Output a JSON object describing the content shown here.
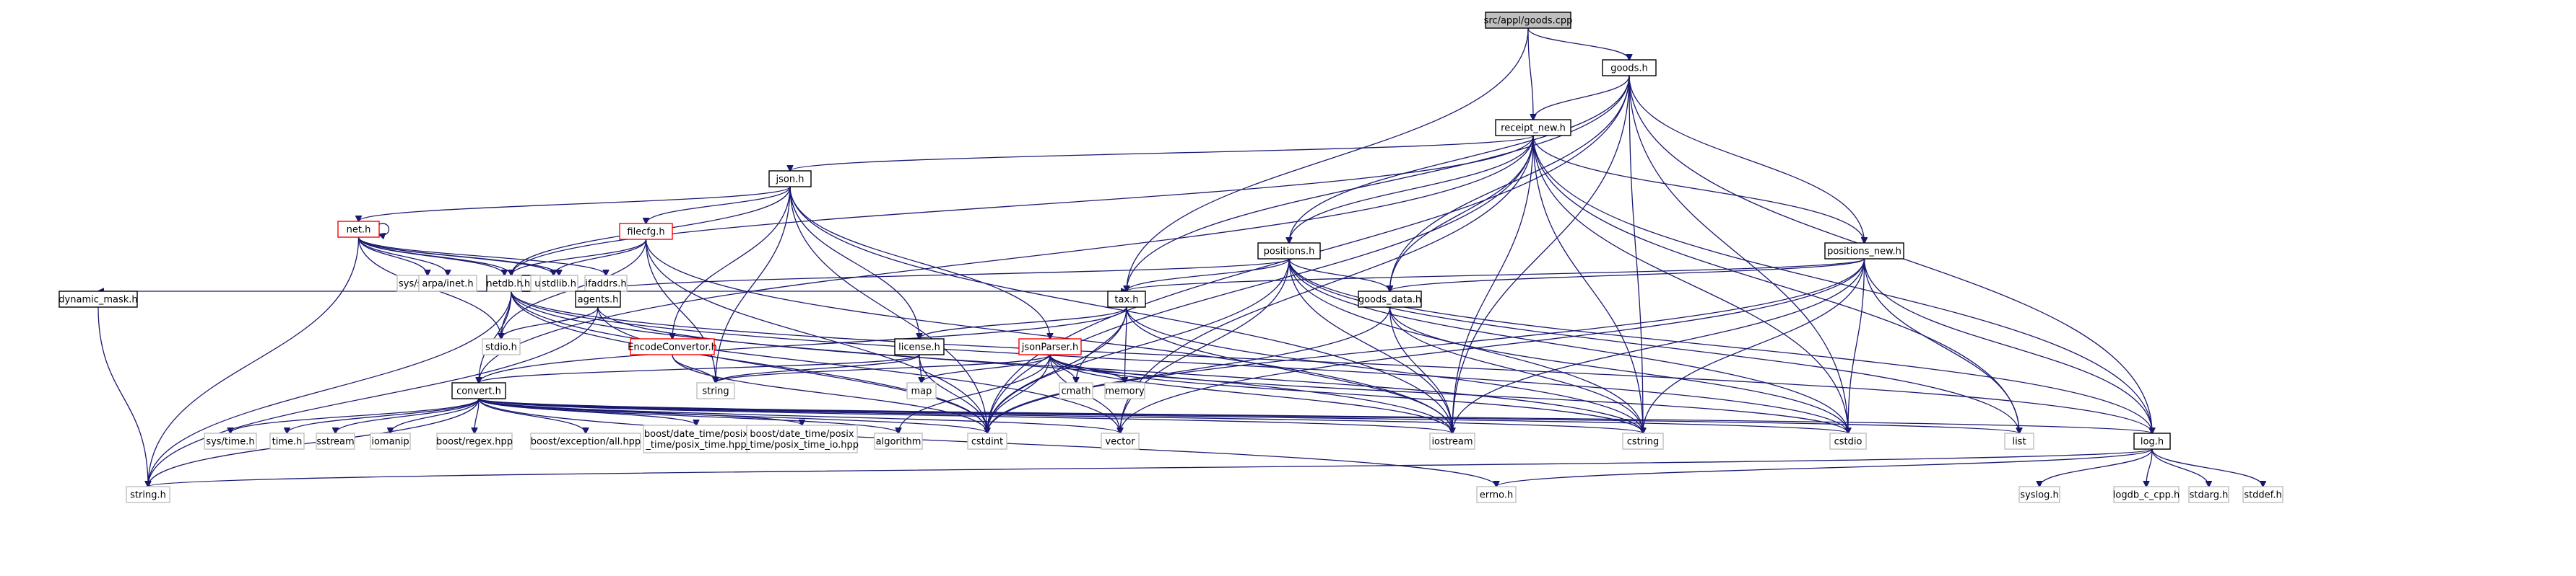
{
  "title": "src/appl/goods.cpp",
  "colors": {
    "edge": "#191970",
    "root_fill": "#bfbfbf",
    "boxed_stroke": "#000000",
    "linked_stroke": "#ff0000",
    "leaf_stroke": "#bfbfbf"
  },
  "nodes": [
    {
      "id": "root",
      "label": "src/appl/goods.cpp",
      "style": "root"
    },
    {
      "id": "goods_h",
      "label": "goods.h",
      "style": "boxed"
    },
    {
      "id": "receipt_new_h",
      "label": "receipt_new.h",
      "style": "boxed"
    },
    {
      "id": "json_h",
      "label": "json.h",
      "style": "boxed"
    },
    {
      "id": "net_h",
      "label": "net.h",
      "style": "red"
    },
    {
      "id": "filecfg_h",
      "label": "filecfg.h",
      "style": "red"
    },
    {
      "id": "config_h",
      "label": "config.h",
      "style": "boxed"
    },
    {
      "id": "unistd_h",
      "label": "unistd.h",
      "style": "plain"
    },
    {
      "id": "sys_socket_h",
      "label": "sys/socket.h",
      "style": "plain"
    },
    {
      "id": "netdb_h",
      "label": "netdb.h",
      "style": "plain"
    },
    {
      "id": "stdlib_h",
      "label": "stdlib.h",
      "style": "plain"
    },
    {
      "id": "ifaddrs_h",
      "label": "ifaddrs.h",
      "style": "plain"
    },
    {
      "id": "arpa_inet_h",
      "label": "arpa/inet.h",
      "style": "plain"
    },
    {
      "id": "dynamic_mask_h",
      "label": "dynamic_mask.h",
      "style": "boxed"
    },
    {
      "id": "agents_h",
      "label": "agents.h",
      "style": "boxed"
    },
    {
      "id": "stdio_h",
      "label": "stdio.h",
      "style": "plain"
    },
    {
      "id": "encodeconvertor_h",
      "label": "EncodeConvertor.h",
      "style": "red"
    },
    {
      "id": "license_h",
      "label": "license.h",
      "style": "boxed"
    },
    {
      "id": "jsonparser_h",
      "label": "jsonParser.h",
      "style": "red"
    },
    {
      "id": "tax_h",
      "label": "tax.h",
      "style": "boxed"
    },
    {
      "id": "positions_h",
      "label": "positions.h",
      "style": "boxed"
    },
    {
      "id": "positions_new_h",
      "label": "positions_new.h",
      "style": "boxed"
    },
    {
      "id": "goods_data_h",
      "label": "goods_data.h",
      "style": "boxed"
    },
    {
      "id": "convert_h",
      "label": "convert.h",
      "style": "boxed"
    },
    {
      "id": "string",
      "label": "string",
      "style": "plain"
    },
    {
      "id": "map",
      "label": "map",
      "style": "plain"
    },
    {
      "id": "cmath",
      "label": "cmath",
      "style": "plain"
    },
    {
      "id": "memory",
      "label": "memory",
      "style": "plain"
    },
    {
      "id": "sys_time_h",
      "label": "sys/time.h",
      "style": "plain"
    },
    {
      "id": "time_h",
      "label": "time.h",
      "style": "plain"
    },
    {
      "id": "sstream",
      "label": "sstream",
      "style": "plain"
    },
    {
      "id": "iomanip",
      "label": "iomanip",
      "style": "plain"
    },
    {
      "id": "boost_regex",
      "label": "boost/regex.hpp",
      "style": "plain"
    },
    {
      "id": "boost_exception",
      "label": "boost/exception/all.hpp",
      "style": "plain"
    },
    {
      "id": "boost_posix_time",
      "label": [
        "boost/date_time/posix",
        "_time/posix_time.hpp"
      ],
      "style": "plain"
    },
    {
      "id": "boost_posix_time_io",
      "label": [
        "boost/date_time/posix",
        "_time/posix_time_io.hpp"
      ],
      "style": "plain"
    },
    {
      "id": "algorithm",
      "label": "algorithm",
      "style": "plain"
    },
    {
      "id": "cstdint",
      "label": "cstdint",
      "style": "plain"
    },
    {
      "id": "vector",
      "label": "vector",
      "style": "plain"
    },
    {
      "id": "iostream",
      "label": "iostream",
      "style": "plain"
    },
    {
      "id": "cstring",
      "label": "cstring",
      "style": "plain"
    },
    {
      "id": "cstdio",
      "label": "cstdio",
      "style": "plain"
    },
    {
      "id": "list",
      "label": "list",
      "style": "plain"
    },
    {
      "id": "log_h",
      "label": "log.h",
      "style": "boxed"
    },
    {
      "id": "string_h",
      "label": "string.h",
      "style": "plain"
    },
    {
      "id": "errno_h",
      "label": "errno.h",
      "style": "plain"
    },
    {
      "id": "syslog_h",
      "label": "syslog.h",
      "style": "plain"
    },
    {
      "id": "logdb_c_cpp_h",
      "label": "logdb_c_cpp.h",
      "style": "plain"
    },
    {
      "id": "stdarg_h",
      "label": "stdarg.h",
      "style": "plain"
    },
    {
      "id": "stddef_h",
      "label": "stddef.h",
      "style": "plain"
    }
  ],
  "edges": [
    [
      "root",
      "goods_h"
    ],
    [
      "root",
      "receipt_new_h"
    ],
    [
      "root",
      "tax_h"
    ],
    [
      "goods_h",
      "receipt_new_h"
    ],
    [
      "goods_h",
      "positions_h"
    ],
    [
      "goods_h",
      "positions_new_h"
    ],
    [
      "goods_h",
      "goods_data_h"
    ],
    [
      "goods_h",
      "tax_h"
    ],
    [
      "goods_h",
      "log_h"
    ],
    [
      "goods_h",
      "iostream"
    ],
    [
      "goods_h",
      "cstring"
    ],
    [
      "goods_h",
      "cstdio"
    ],
    [
      "goods_h",
      "cstdint"
    ],
    [
      "receipt_new_h",
      "json_h"
    ],
    [
      "receipt_new_h",
      "config_h"
    ],
    [
      "receipt_new_h",
      "positions_h"
    ],
    [
      "receipt_new_h",
      "positions_new_h"
    ],
    [
      "receipt_new_h",
      "goods_data_h"
    ],
    [
      "receipt_new_h",
      "convert_h"
    ],
    [
      "receipt_new_h",
      "log_h"
    ],
    [
      "receipt_new_h",
      "list"
    ],
    [
      "receipt_new_h",
      "iostream"
    ],
    [
      "receipt_new_h",
      "cstring"
    ],
    [
      "receipt_new_h",
      "cstdio"
    ],
    [
      "receipt_new_h",
      "vector"
    ],
    [
      "receipt_new_h",
      "cstdint"
    ],
    [
      "json_h",
      "net_h"
    ],
    [
      "json_h",
      "filecfg_h"
    ],
    [
      "json_h",
      "config_h"
    ],
    [
      "json_h",
      "encodeconvertor_h"
    ],
    [
      "json_h",
      "license_h"
    ],
    [
      "json_h",
      "jsonparser_h"
    ],
    [
      "json_h",
      "string"
    ],
    [
      "json_h",
      "iostream"
    ],
    [
      "json_h",
      "cstdint"
    ],
    [
      "net_h",
      "net_h"
    ],
    [
      "net_h",
      "config_h"
    ],
    [
      "net_h",
      "unistd_h"
    ],
    [
      "net_h",
      "sys_socket_h"
    ],
    [
      "net_h",
      "netdb_h"
    ],
    [
      "net_h",
      "stdlib_h"
    ],
    [
      "net_h",
      "ifaddrs_h"
    ],
    [
      "net_h",
      "arpa_inet_h"
    ],
    [
      "net_h",
      "stdio_h"
    ],
    [
      "net_h",
      "string_h"
    ],
    [
      "filecfg_h",
      "config_h"
    ],
    [
      "filecfg_h",
      "unistd_h"
    ],
    [
      "filecfg_h",
      "stdio_h"
    ],
    [
      "filecfg_h",
      "string"
    ],
    [
      "filecfg_h",
      "iostream"
    ],
    [
      "filecfg_h",
      "cstdint"
    ],
    [
      "config_h",
      "dynamic_mask_h"
    ],
    [
      "config_h",
      "agents_h"
    ],
    [
      "config_h",
      "stdio_h"
    ],
    [
      "config_h",
      "convert_h"
    ],
    [
      "config_h",
      "tax_h"
    ],
    [
      "config_h",
      "string_h"
    ],
    [
      "config_h",
      "cstdint"
    ],
    [
      "config_h",
      "vector"
    ],
    [
      "config_h",
      "iostream"
    ],
    [
      "config_h",
      "cstdio"
    ],
    [
      "config_h",
      "log_h"
    ],
    [
      "dynamic_mask_h",
      "string_h"
    ],
    [
      "agents_h",
      "stdio_h"
    ],
    [
      "agents_h",
      "string_h"
    ],
    [
      "agents_h",
      "cstdint"
    ],
    [
      "agents_h",
      "cstring"
    ],
    [
      "encodeconvertor_h",
      "string"
    ],
    [
      "encodeconvertor_h",
      "cstdint"
    ],
    [
      "license_h",
      "convert_h"
    ],
    [
      "license_h",
      "string"
    ],
    [
      "license_h",
      "map"
    ],
    [
      "license_h",
      "cstdint"
    ],
    [
      "jsonparser_h",
      "string"
    ],
    [
      "jsonparser_h",
      "map"
    ],
    [
      "jsonparser_h",
      "cmath"
    ],
    [
      "jsonparser_h",
      "memory"
    ],
    [
      "jsonparser_h",
      "vector"
    ],
    [
      "jsonparser_h",
      "algorithm"
    ],
    [
      "jsonparser_h",
      "cstdint"
    ],
    [
      "jsonparser_h",
      "iostream"
    ],
    [
      "jsonparser_h",
      "cstring"
    ],
    [
      "jsonparser_h",
      "cstdio"
    ],
    [
      "tax_h",
      "license_h"
    ],
    [
      "tax_h",
      "convert_h"
    ],
    [
      "tax_h",
      "cmath"
    ],
    [
      "tax_h",
      "memory"
    ],
    [
      "tax_h",
      "iostream"
    ],
    [
      "tax_h",
      "cstring"
    ],
    [
      "tax_h",
      "cstdint"
    ],
    [
      "positions_h",
      "tax_h"
    ],
    [
      "positions_h",
      "goods_data_h"
    ],
    [
      "positions_h",
      "agents_h"
    ],
    [
      "positions_h",
      "iostream"
    ],
    [
      "positions_h",
      "cstring"
    ],
    [
      "positions_h",
      "cstdio"
    ],
    [
      "positions_h",
      "vector"
    ],
    [
      "positions_h",
      "list"
    ],
    [
      "positions_h",
      "log_h"
    ],
    [
      "positions_h",
      "cstdint"
    ],
    [
      "positions_new_h",
      "tax_h"
    ],
    [
      "positions_new_h",
      "goods_data_h"
    ],
    [
      "positions_new_h",
      "log_h"
    ],
    [
      "positions_new_h",
      "iostream"
    ],
    [
      "positions_new_h",
      "cstring"
    ],
    [
      "positions_new_h",
      "cstdio"
    ],
    [
      "positions_new_h",
      "list"
    ],
    [
      "positions_new_h",
      "vector"
    ],
    [
      "positions_new_h",
      "cstdint"
    ],
    [
      "goods_data_h",
      "iostream"
    ],
    [
      "goods_data_h",
      "cstring"
    ],
    [
      "goods_data_h",
      "cstdio"
    ],
    [
      "goods_data_h",
      "cstdint"
    ],
    [
      "convert_h",
      "sys_time_h"
    ],
    [
      "convert_h",
      "time_h"
    ],
    [
      "convert_h",
      "sstream"
    ],
    [
      "convert_h",
      "iomanip"
    ],
    [
      "convert_h",
      "boost_regex"
    ],
    [
      "convert_h",
      "boost_exception"
    ],
    [
      "convert_h",
      "boost_posix_time"
    ],
    [
      "convert_h",
      "boost_posix_time_io"
    ],
    [
      "convert_h",
      "algorithm"
    ],
    [
      "convert_h",
      "cstdint"
    ],
    [
      "convert_h",
      "vector"
    ],
    [
      "convert_h",
      "iostream"
    ],
    [
      "convert_h",
      "cstring"
    ],
    [
      "convert_h",
      "cstdio"
    ],
    [
      "convert_h",
      "list"
    ],
    [
      "convert_h",
      "log_h"
    ],
    [
      "convert_h",
      "string_h"
    ],
    [
      "convert_h",
      "errno_h"
    ],
    [
      "log_h",
      "string_h"
    ],
    [
      "log_h",
      "errno_h"
    ],
    [
      "log_h",
      "syslog_h"
    ],
    [
      "log_h",
      "logdb_c_cpp_h"
    ],
    [
      "log_h",
      "stdarg_h"
    ],
    [
      "log_h",
      "stddef_h"
    ]
  ]
}
